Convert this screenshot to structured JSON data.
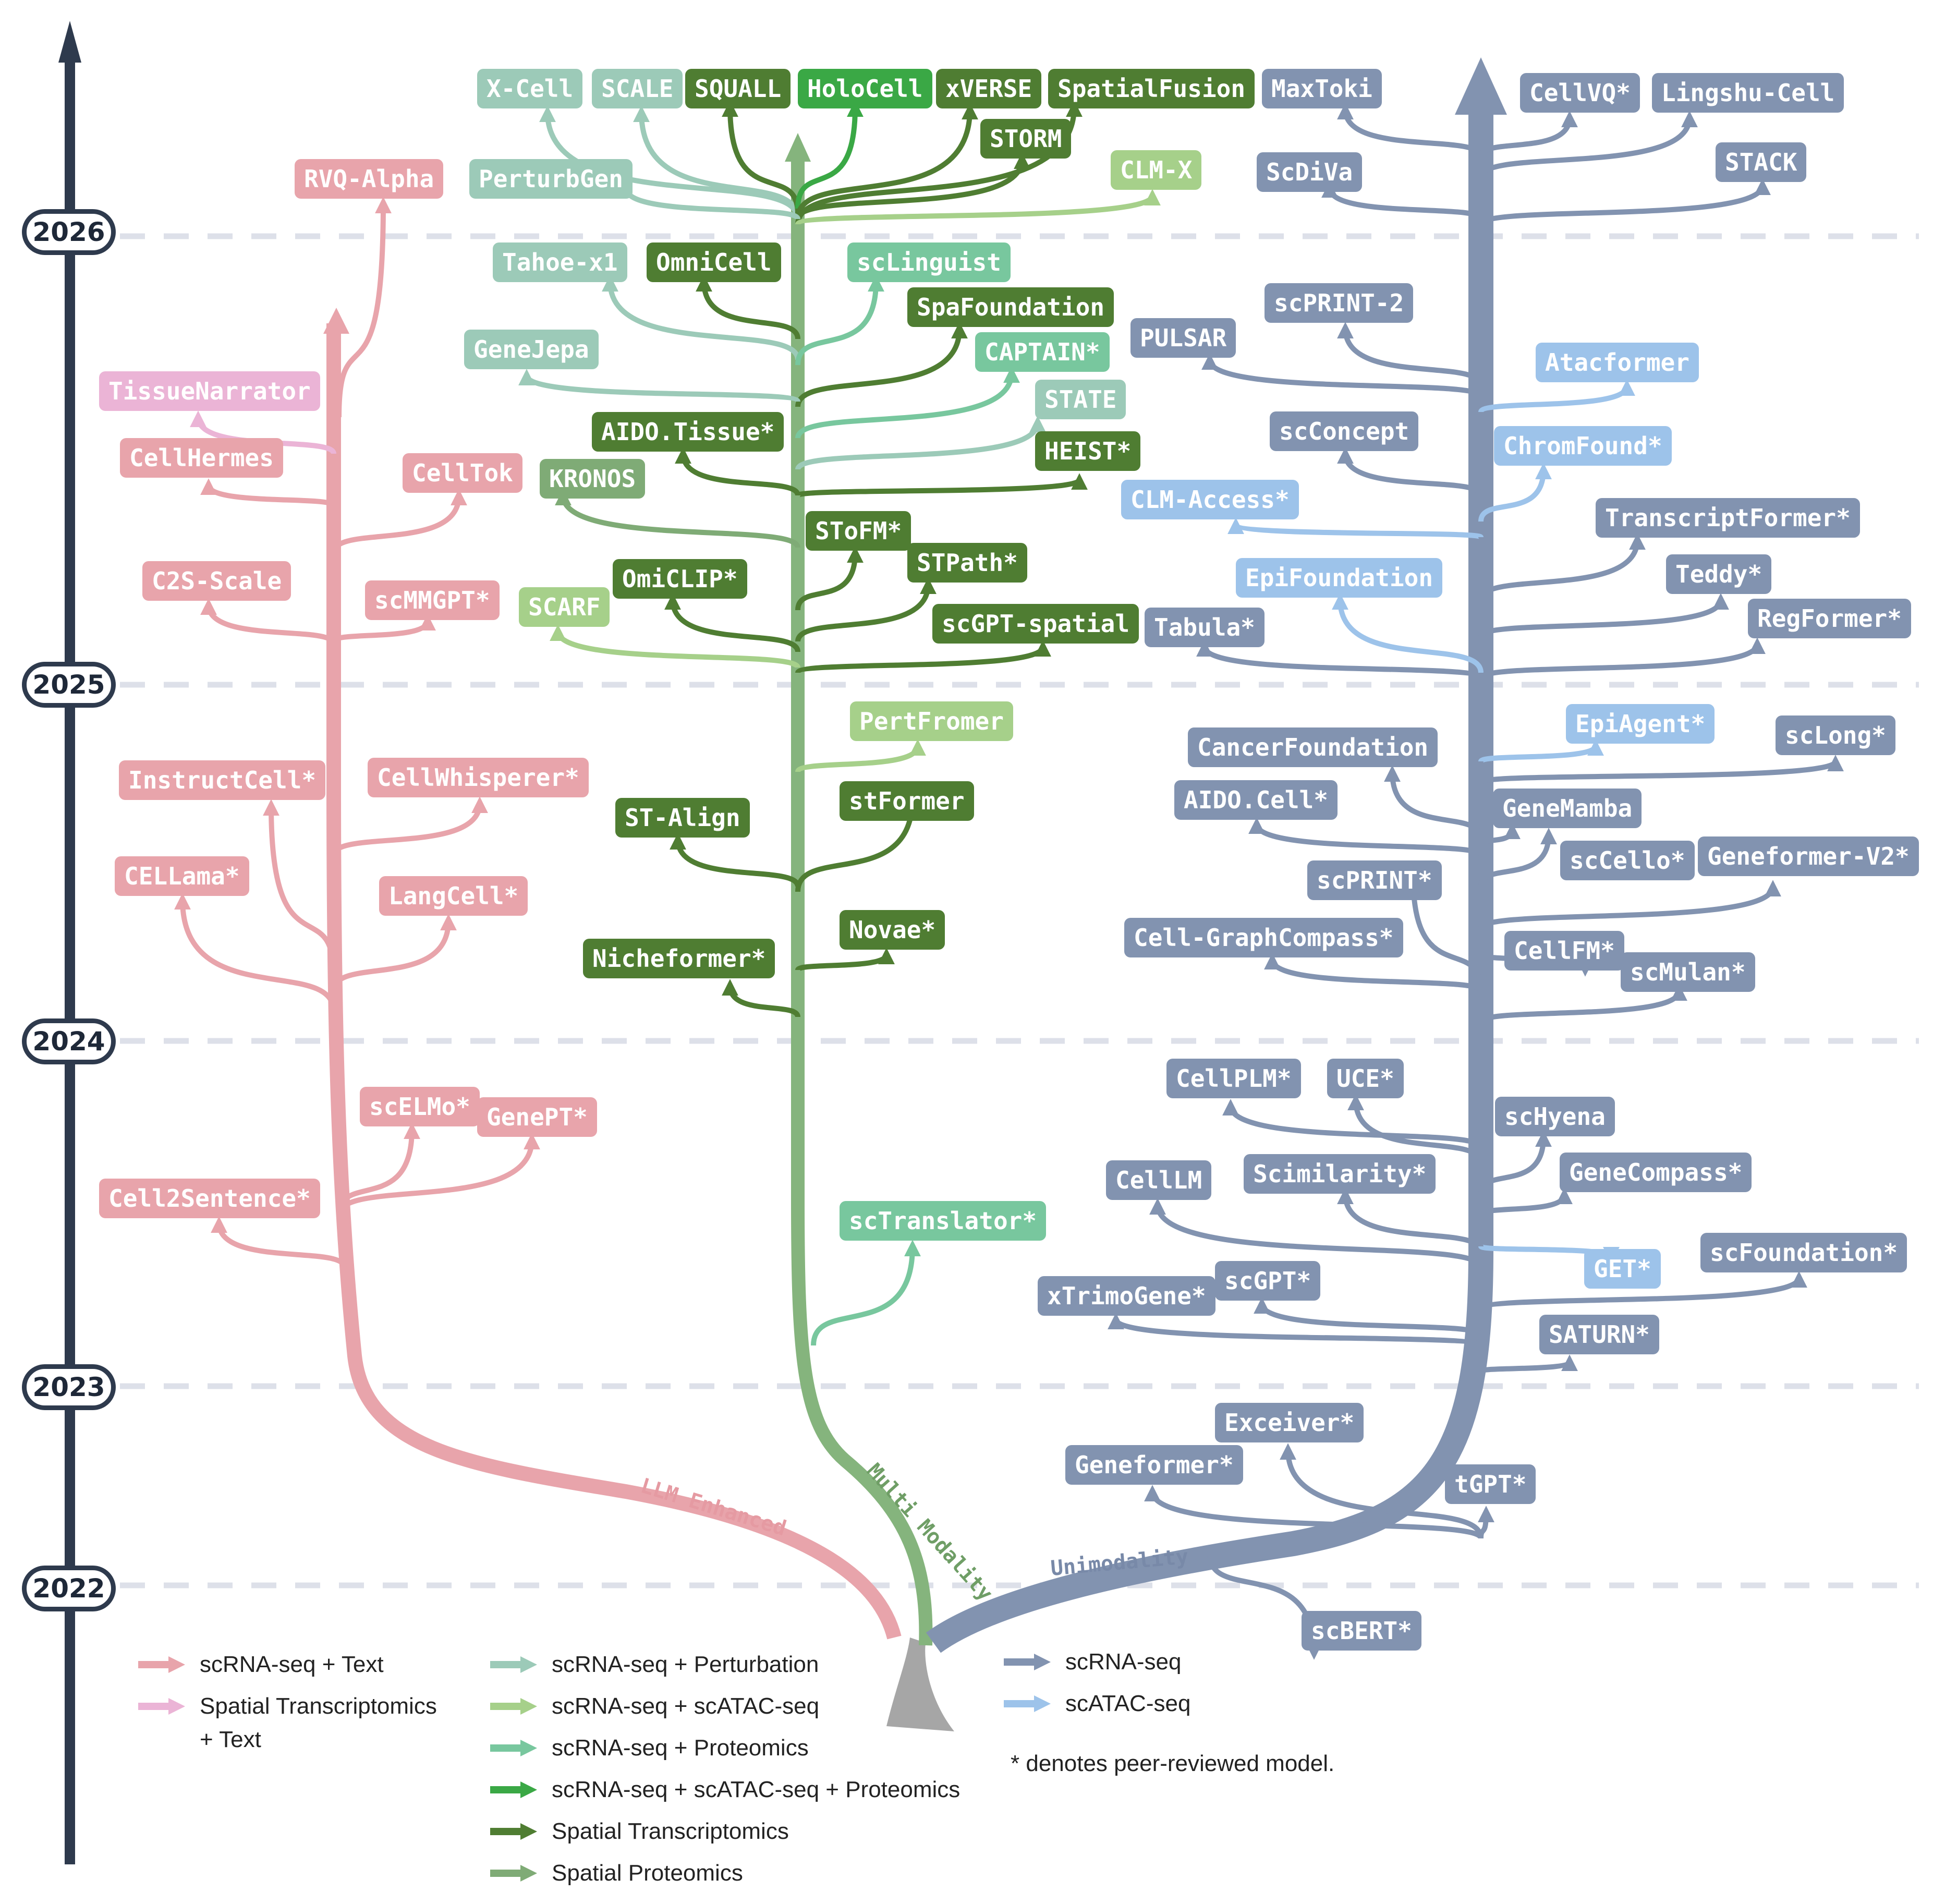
{
  "colors": {
    "timeline": "#2e3a4d",
    "rna_text": "#e8a4ab",
    "spatial_text": "#ebb4d6",
    "rna_perturbation": "#9ccab8",
    "rna_atac": "#a6d08a",
    "rna_proteomics": "#78c79e",
    "rna_atac_proteomics": "#3aa845",
    "spatial_transcriptomics": "#4f7d32",
    "spatial_proteomics": "#7fab76",
    "rna_seq": "#8293b0",
    "atac_seq": "#9dc3ea",
    "trunk": "#a6a6a6",
    "grid": "#dde0e9"
  },
  "years": [
    "2026",
    "2025",
    "2024",
    "2023",
    "2022"
  ],
  "branch_labels": {
    "llm": "LLM Enhanced",
    "multi": "Multi Modality",
    "uni": "Unimodality"
  },
  "models": {
    "llm": [
      {
        "label": "RVQ-Alpha",
        "cat": "rna_text"
      },
      {
        "label": "TissueNarrator",
        "cat": "spatial_text"
      },
      {
        "label": "CellHermes",
        "cat": "rna_text"
      },
      {
        "label": "CellTok",
        "cat": "rna_text"
      },
      {
        "label": "C2S-Scale",
        "cat": "rna_text"
      },
      {
        "label": "scMMGPT*",
        "cat": "rna_text"
      },
      {
        "label": "InstructCell*",
        "cat": "rna_text"
      },
      {
        "label": "CellWhisperer*",
        "cat": "rna_text"
      },
      {
        "label": "CELLama*",
        "cat": "rna_text"
      },
      {
        "label": "LangCell*",
        "cat": "rna_text"
      },
      {
        "label": "scELMo*",
        "cat": "rna_text"
      },
      {
        "label": "GenePT*",
        "cat": "rna_text"
      },
      {
        "label": "Cell2Sentence*",
        "cat": "rna_text"
      }
    ],
    "multi": [
      {
        "label": "X-Cell",
        "cat": "rna_perturbation"
      },
      {
        "label": "SCALE",
        "cat": "rna_perturbation"
      },
      {
        "label": "SQUALL",
        "cat": "spatial_transcriptomics"
      },
      {
        "label": "HoloCell",
        "cat": "rna_atac_proteomics"
      },
      {
        "label": "xVERSE",
        "cat": "spatial_transcriptomics"
      },
      {
        "label": "SpatialFusion",
        "cat": "spatial_transcriptomics"
      },
      {
        "label": "STORM",
        "cat": "spatial_transcriptomics"
      },
      {
        "label": "PerturbGen",
        "cat": "rna_perturbation"
      },
      {
        "label": "CLM-X",
        "cat": "rna_atac"
      },
      {
        "label": "Tahoe-x1",
        "cat": "rna_perturbation"
      },
      {
        "label": "OmniCell",
        "cat": "spatial_transcriptomics"
      },
      {
        "label": "scLinguist",
        "cat": "rna_proteomics"
      },
      {
        "label": "SpaFoundation",
        "cat": "spatial_transcriptomics"
      },
      {
        "label": "GeneJepa",
        "cat": "rna_perturbation"
      },
      {
        "label": "CAPTAIN*",
        "cat": "rna_proteomics"
      },
      {
        "label": "STATE",
        "cat": "rna_perturbation"
      },
      {
        "label": "AIDO.Tissue*",
        "cat": "spatial_transcriptomics"
      },
      {
        "label": "HEIST*",
        "cat": "spatial_transcriptomics"
      },
      {
        "label": "KRONOS",
        "cat": "spatial_proteomics"
      },
      {
        "label": "SToFM*",
        "cat": "spatial_transcriptomics"
      },
      {
        "label": "STPath*",
        "cat": "spatial_transcriptomics"
      },
      {
        "label": "OmiCLIP*",
        "cat": "spatial_transcriptomics"
      },
      {
        "label": "SCARF",
        "cat": "rna_atac"
      },
      {
        "label": "scGPT-spatial",
        "cat": "spatial_transcriptomics"
      },
      {
        "label": "PertFromer",
        "cat": "rna_atac"
      },
      {
        "label": "stFormer",
        "cat": "spatial_transcriptomics"
      },
      {
        "label": "ST-Align",
        "cat": "spatial_transcriptomics"
      },
      {
        "label": "Novae*",
        "cat": "spatial_transcriptomics"
      },
      {
        "label": "Nicheformer*",
        "cat": "spatial_transcriptomics"
      },
      {
        "label": "scTranslator*",
        "cat": "rna_proteomics"
      }
    ],
    "uni": [
      {
        "label": "MaxToki",
        "cat": "rna_seq"
      },
      {
        "label": "CellVQ*",
        "cat": "rna_seq"
      },
      {
        "label": "Lingshu-Cell",
        "cat": "rna_seq"
      },
      {
        "label": "ScDiVa",
        "cat": "rna_seq"
      },
      {
        "label": "STACK",
        "cat": "rna_seq"
      },
      {
        "label": "scPRINT-2",
        "cat": "rna_seq"
      },
      {
        "label": "PULSAR",
        "cat": "rna_seq"
      },
      {
        "label": "Atacformer",
        "cat": "atac_seq"
      },
      {
        "label": "scConcept",
        "cat": "rna_seq"
      },
      {
        "label": "ChromFound*",
        "cat": "atac_seq"
      },
      {
        "label": "CLM-Access*",
        "cat": "atac_seq"
      },
      {
        "label": "TranscriptFormer*",
        "cat": "rna_seq"
      },
      {
        "label": "EpiFoundation",
        "cat": "atac_seq"
      },
      {
        "label": "Teddy*",
        "cat": "rna_seq"
      },
      {
        "label": "Tabula*",
        "cat": "rna_seq"
      },
      {
        "label": "RegFormer*",
        "cat": "rna_seq"
      },
      {
        "label": "CancerFoundation",
        "cat": "rna_seq"
      },
      {
        "label": "EpiAgent*",
        "cat": "atac_seq"
      },
      {
        "label": "scLong*",
        "cat": "rna_seq"
      },
      {
        "label": "AIDO.Cell*",
        "cat": "rna_seq"
      },
      {
        "label": "GeneMamba",
        "cat": "rna_seq"
      },
      {
        "label": "scCello*",
        "cat": "rna_seq"
      },
      {
        "label": "Geneformer-V2*",
        "cat": "rna_seq"
      },
      {
        "label": "scPRINT*",
        "cat": "rna_seq"
      },
      {
        "label": "Cell-GraphCompass*",
        "cat": "rna_seq"
      },
      {
        "label": "CellFM*",
        "cat": "rna_seq"
      },
      {
        "label": "scMulan*",
        "cat": "rna_seq"
      },
      {
        "label": "CellPLM*",
        "cat": "rna_seq"
      },
      {
        "label": "UCE*",
        "cat": "rna_seq"
      },
      {
        "label": "scHyena",
        "cat": "rna_seq"
      },
      {
        "label": "CellLM",
        "cat": "rna_seq"
      },
      {
        "label": "Scimilarity*",
        "cat": "rna_seq"
      },
      {
        "label": "GeneCompass*",
        "cat": "rna_seq"
      },
      {
        "label": "GET*",
        "cat": "atac_seq"
      },
      {
        "label": "scFoundation*",
        "cat": "rna_seq"
      },
      {
        "label": "xTrimoGene*",
        "cat": "rna_seq"
      },
      {
        "label": "scGPT*",
        "cat": "rna_seq"
      },
      {
        "label": "SATURN*",
        "cat": "rna_seq"
      },
      {
        "label": "Exceiver*",
        "cat": "rna_seq"
      },
      {
        "label": "Geneformer*",
        "cat": "rna_seq"
      },
      {
        "label": "tGPT*",
        "cat": "rna_seq"
      },
      {
        "label": "scBERT*",
        "cat": "rna_seq"
      }
    ]
  },
  "legend": [
    {
      "label": "scRNA-seq + Text",
      "cat": "rna_text"
    },
    {
      "label": "Spatial Transcriptomics\n+ Text",
      "cat": "spatial_text"
    },
    {
      "label": "scRNA-seq + Perturbation",
      "cat": "rna_perturbation"
    },
    {
      "label": "scRNA-seq + scATAC-seq",
      "cat": "rna_atac"
    },
    {
      "label": "scRNA-seq + Proteomics",
      "cat": "rna_proteomics"
    },
    {
      "label": "scRNA-seq + scATAC-seq + Proteomics",
      "cat": "rna_atac_proteomics"
    },
    {
      "label": "Spatial Transcriptomics",
      "cat": "spatial_transcriptomics"
    },
    {
      "label": "Spatial Proteomics",
      "cat": "spatial_proteomics"
    },
    {
      "label": "scRNA-seq",
      "cat": "rna_seq"
    },
    {
      "label": "scATAC-seq",
      "cat": "atac_seq"
    }
  ],
  "footnote": "* denotes peer-reviewed model."
}
